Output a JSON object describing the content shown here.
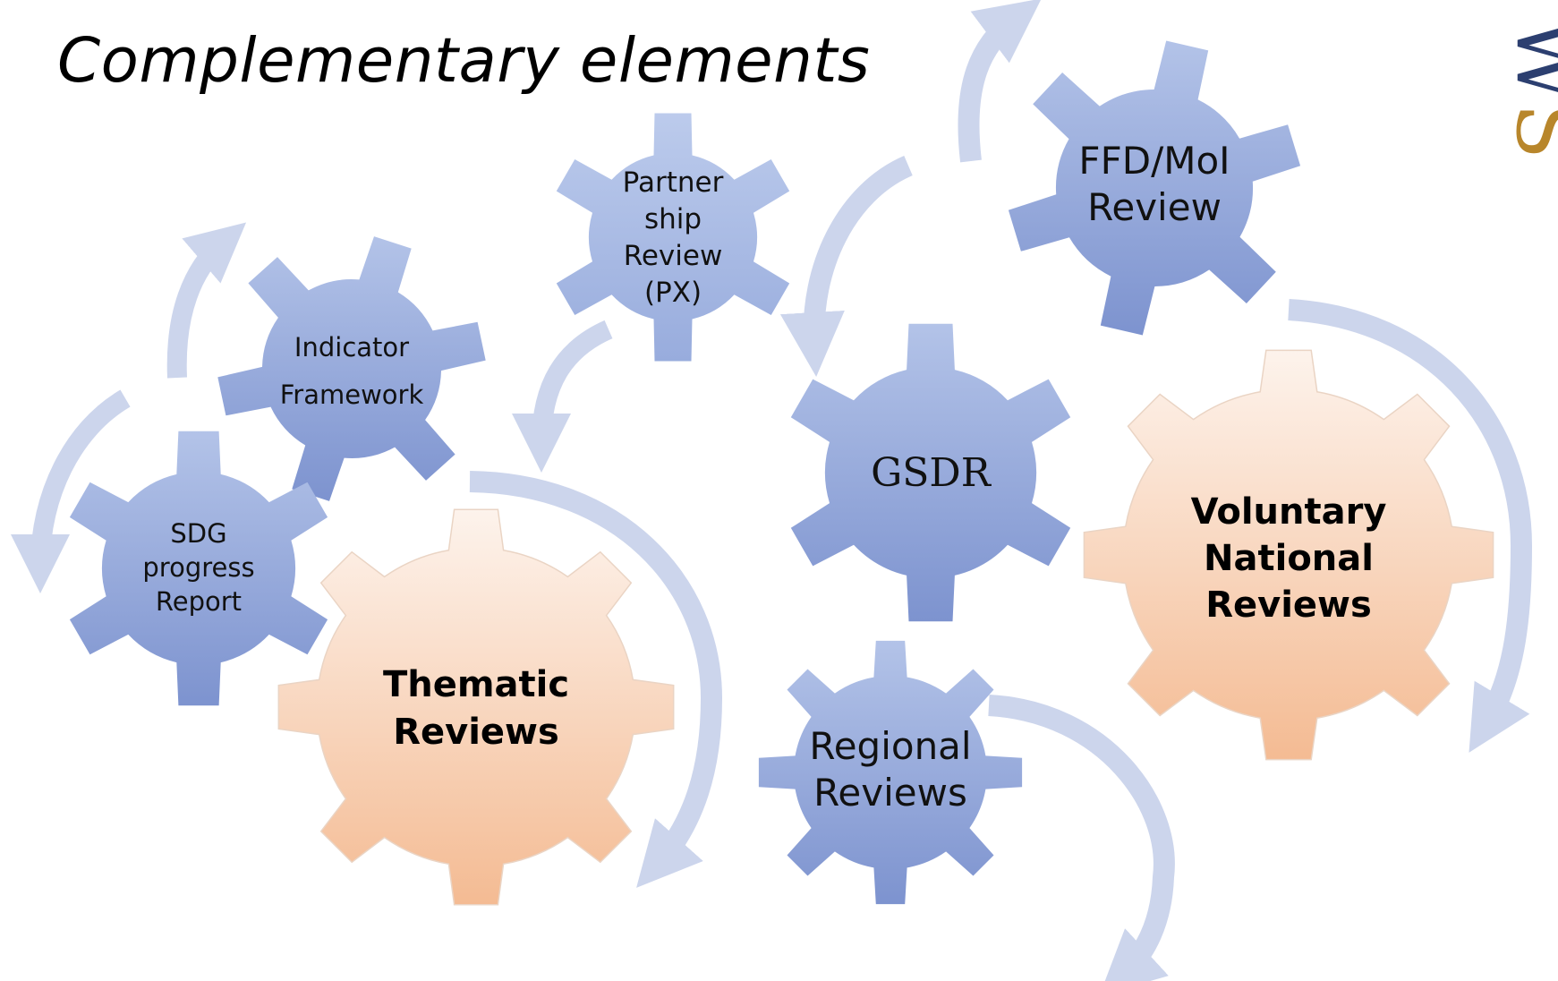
{
  "title": "Complementary elements",
  "logo_text": "SW",
  "colors": {
    "blue_gear_light": "#a7b9e3",
    "blue_gear_dark": "#8399d2",
    "orange_gear_light": "#fdf1e9",
    "orange_gear_dark": "#f5bf99",
    "arrow": "#ccd5ec",
    "logo_gold": "#b8862b",
    "logo_navy": "#2c3f70"
  },
  "gears": {
    "partnership_review": {
      "lines": [
        "Partner",
        "ship",
        "Review",
        "(PX)"
      ]
    },
    "ffd_moi_review": {
      "lines": [
        "FFD/MoI",
        "Review"
      ]
    },
    "indicator_framework": {
      "lines": [
        "Indicator",
        "Framework"
      ]
    },
    "gsdr": {
      "lines": [
        "GSDR"
      ]
    },
    "sdg_progress_report": {
      "lines": [
        "SDG",
        "progress",
        "Report"
      ]
    },
    "thematic_reviews": {
      "lines": [
        "Thematic",
        "Reviews"
      ]
    },
    "voluntary_national_reviews": {
      "lines": [
        "Voluntary",
        "National",
        "Reviews"
      ]
    },
    "regional_reviews": {
      "lines": [
        "Regional",
        "Reviews"
      ]
    }
  }
}
